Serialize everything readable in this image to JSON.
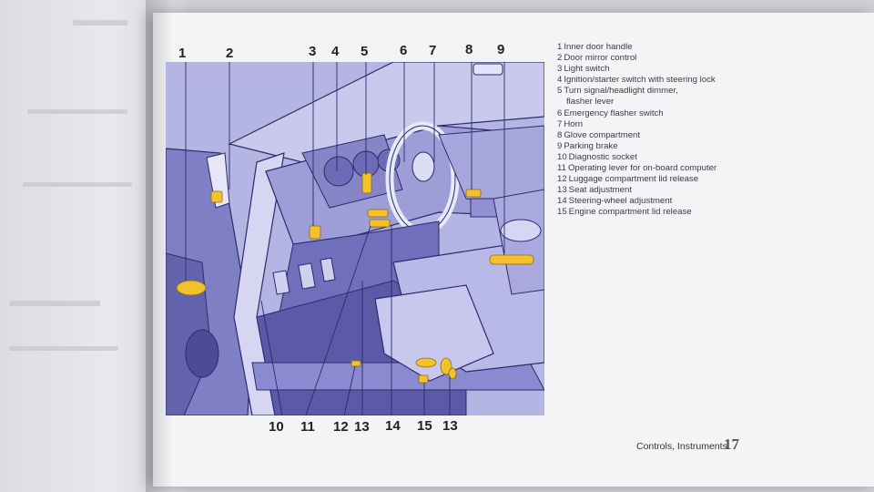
{
  "callouts_top": [
    {
      "id": "c1",
      "text": "1"
    },
    {
      "id": "c2",
      "text": "2"
    },
    {
      "id": "c3",
      "text": "3"
    },
    {
      "id": "c4",
      "text": "4"
    },
    {
      "id": "c5",
      "text": "5"
    },
    {
      "id": "c6",
      "text": "6"
    },
    {
      "id": "c7",
      "text": "7"
    },
    {
      "id": "c8",
      "text": "8"
    },
    {
      "id": "c9",
      "text": "9"
    }
  ],
  "callouts_bottom": [
    {
      "id": "c10",
      "text": "10"
    },
    {
      "id": "c11",
      "text": "11"
    },
    {
      "id": "c12",
      "text": "12"
    },
    {
      "id": "c13a",
      "text": "13"
    },
    {
      "id": "c14",
      "text": "14"
    },
    {
      "id": "c15",
      "text": "15"
    },
    {
      "id": "c13b",
      "text": "13"
    }
  ],
  "legend": [
    {
      "num": "1",
      "label": "Inner door handle"
    },
    {
      "num": "2",
      "label": "Door mirror control"
    },
    {
      "num": "3",
      "label": "Light switch"
    },
    {
      "num": "4",
      "label": "Ignition/starter switch with steering lock"
    },
    {
      "num": "5",
      "label": "Turn signal/headlight dimmer,",
      "cont": "flasher lever"
    },
    {
      "num": "6",
      "label": "Emergency flasher switch"
    },
    {
      "num": "7",
      "label": "Horn"
    },
    {
      "num": "8",
      "label": "Glove compartment"
    },
    {
      "num": "9",
      "label": "Parking brake"
    },
    {
      "num": "10",
      "label": "Diagnostic socket"
    },
    {
      "num": "11",
      "label": "Operating lever for on-board computer"
    },
    {
      "num": "12",
      "label": "Luggage compartment lid release"
    },
    {
      "num": "13",
      "label": "Seat adjustment"
    },
    {
      "num": "14",
      "label": "Steering-wheel adjustment"
    },
    {
      "num": "15",
      "label": "Engine compartment lid release"
    }
  ],
  "footer": {
    "section": "Controls, Instruments",
    "page": "17"
  },
  "colors": {
    "illustration_bg": "#b9b9e6",
    "highlight": "#f2c12e",
    "line": "#2b2b6b"
  }
}
